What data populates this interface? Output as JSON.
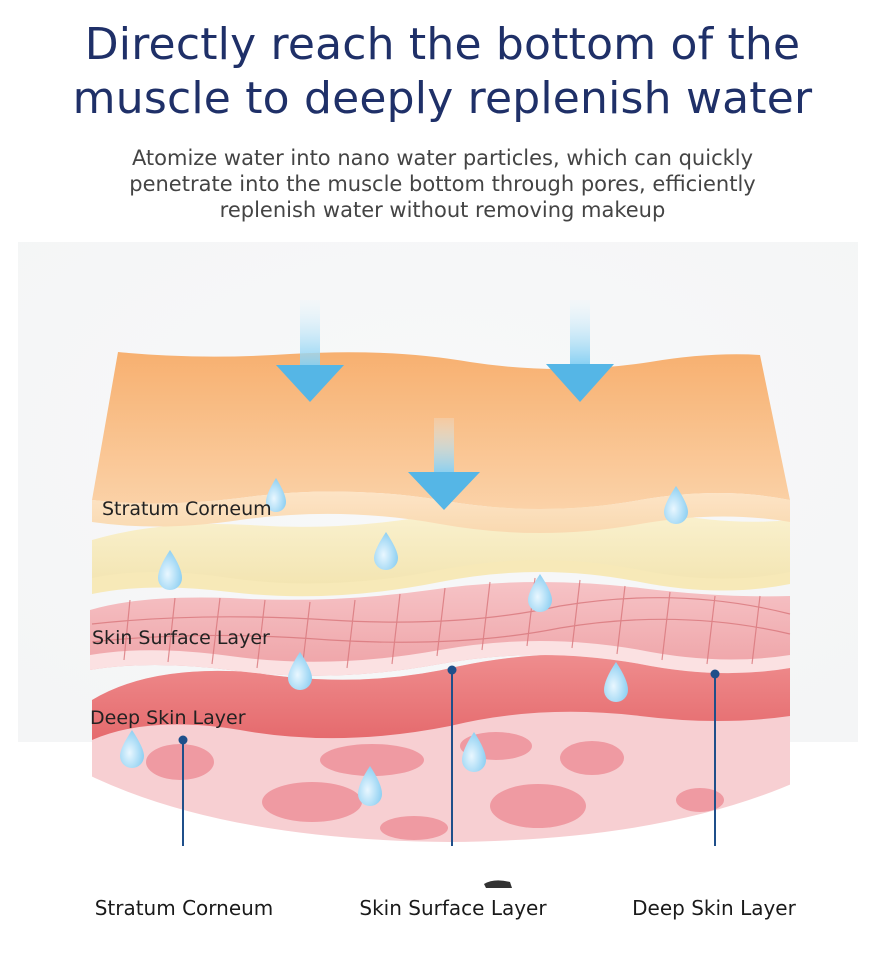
{
  "header": {
    "title_line1": "Directly reach the bottom of the",
    "title_line2": "muscle to deeply replenish water",
    "subtitle_line1": "Atomize water into nano water particles, which can quickly",
    "subtitle_line2": "penetrate into the muscle bottom through pores, efficiently",
    "subtitle_line3": "replenish water without removing makeup"
  },
  "layers": {
    "stratum_corneum_label": "Stratum Corneum",
    "skin_surface_label": "Skin Surface Layer",
    "deep_skin_label": "Deep Skin Layer"
  },
  "bottom_labels": {
    "left": "Stratum Corneum",
    "center": "Skin Surface Layer",
    "right": "Deep Skin Layer"
  },
  "colors": {
    "title": "#1f3068",
    "arrow": "#4fb3e8",
    "stratum": "#f6b27a",
    "middle": "#f8eec4",
    "surface": "#f2b3b6",
    "deep": "#e9777a",
    "leader_line": "#1f4f8a"
  }
}
